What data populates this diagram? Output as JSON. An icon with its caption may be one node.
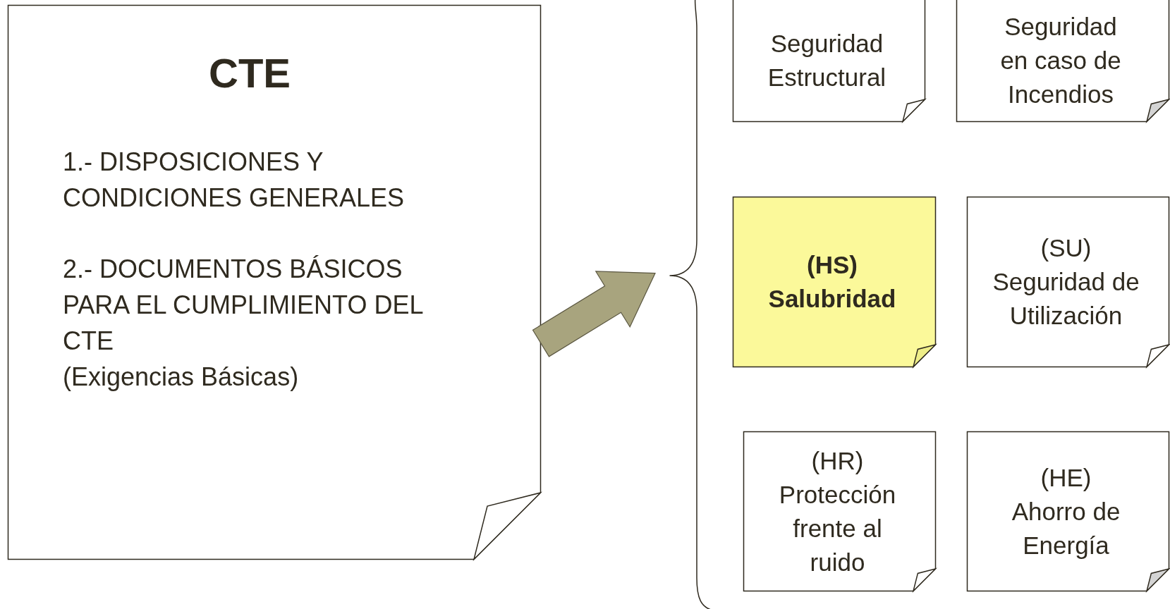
{
  "diagram": {
    "nodes": [
      {
        "text": [
          "CTE",
          "1.- DISPOSICIONES Y CONDICIONES GENERALES",
          "2.- DOCUMENTOS BÁSICOS PARA EL CUMPLIMIENTO DEL CTE",
          "(Exigencias Básicas)"
        ]
      },
      {
        "text": [
          "Seguridad Estructural"
        ]
      },
      {
        "text": [
          "Seguridad en caso de Incendios"
        ]
      },
      {
        "text": [
          "(HS)",
          "Salubridad"
        ]
      },
      {
        "text": [
          "(SU)",
          "Seguridad de Utilización"
        ]
      },
      {
        "text": [
          "(HR)",
          "Protección frente al ruido"
        ]
      },
      {
        "text": [
          "(HE)",
          "Ahorro de Energía"
        ]
      },
      {
        "text": [],
        "shape": "brace"
      }
    ],
    "edges": [
      {
        "from": 0,
        "to": 7,
        "arrow": "to",
        "style": "thick",
        "color": "#a8a47e"
      }
    ]
  }
}
